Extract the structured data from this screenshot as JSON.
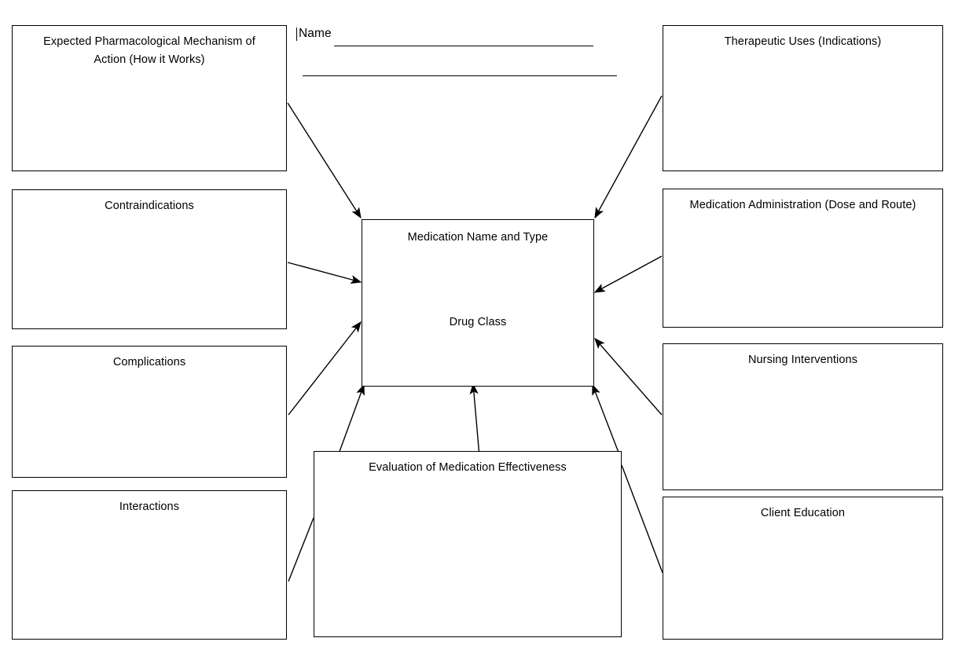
{
  "page": {
    "title": "Medication Concept Map Worksheet",
    "background_color": "#ffffff",
    "line_color": "#000000",
    "text_color": "#000000"
  },
  "header": {
    "name_label": "Name",
    "name_value": "",
    "name_rule_1": "________________________________",
    "name_rule_2": "________________________________"
  },
  "center": {
    "primary_label": "Medication Name and Type",
    "secondary_label": "Drug Class"
  },
  "left_column": [
    {
      "id": "mechanism-of-action",
      "label": "Expected Pharmacological Mechanism of Action (How it Works)"
    },
    {
      "id": "contraindications",
      "label": "Contraindications"
    },
    {
      "id": "complications",
      "label": "Complications"
    },
    {
      "id": "interactions",
      "label": "Interactions"
    }
  ],
  "right_column": [
    {
      "id": "therapeutic-uses",
      "label": "Therapeutic Uses (Indications)"
    },
    {
      "id": "medication-administration",
      "label": "Medication Administration (Dose and Route)"
    },
    {
      "id": "nursing-interventions",
      "label": "Nursing Interventions"
    },
    {
      "id": "client-education",
      "label": "Client Education"
    }
  ],
  "bottom": {
    "id": "evaluation-of-effectiveness",
    "label": "Evaluation of Medication Effectiveness"
  },
  "connectors": [
    {
      "from": "mechanism-of-action",
      "to": "center",
      "arrowhead": "at-center"
    },
    {
      "from": "contraindications",
      "to": "center",
      "arrowhead": "at-center"
    },
    {
      "from": "complications",
      "to": "center",
      "arrowhead": "at-center"
    },
    {
      "from": "interactions",
      "to": "evaluation-of-effectiveness",
      "arrowhead": "none"
    },
    {
      "from": "therapeutic-uses",
      "to": "center",
      "arrowhead": "at-center"
    },
    {
      "from": "medication-administration",
      "to": "center",
      "arrowhead": "at-center"
    },
    {
      "from": "nursing-interventions",
      "to": "center",
      "arrowhead": "at-center"
    },
    {
      "from": "client-education",
      "to": "evaluation-of-effectiveness",
      "arrowhead": "none"
    },
    {
      "from": "evaluation-of-effectiveness",
      "to": "center",
      "arrowhead": "at-center"
    },
    {
      "from": "evaluation-of-effectiveness",
      "to": "center",
      "arrowhead": "at-center"
    },
    {
      "from": "evaluation-of-effectiveness",
      "to": "center",
      "arrowhead": "at-center"
    }
  ]
}
